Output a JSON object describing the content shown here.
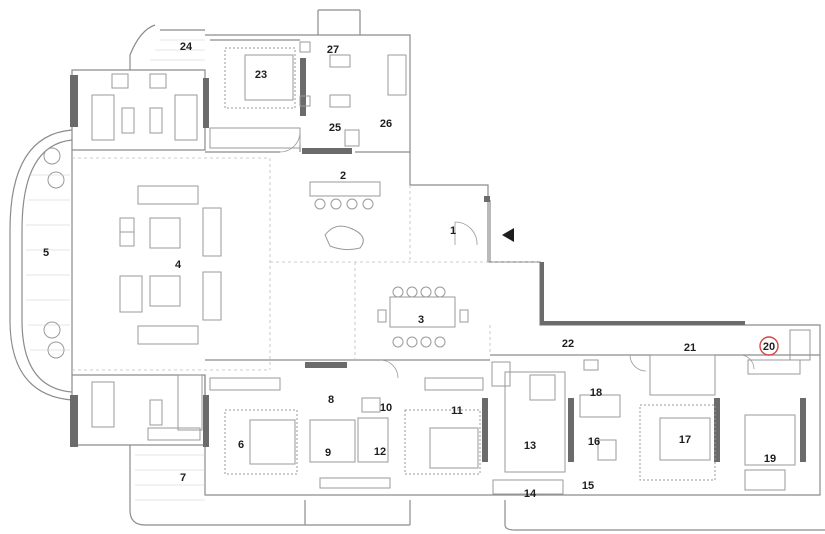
{
  "plan": {
    "colors": {
      "wall_dark": "#6b6b6b",
      "line": "#8c8c8c",
      "light_line": "#bdbdbd",
      "hidden": "#bdbdbd",
      "furniture": "#9a9a9a",
      "label": "#1e1e1e",
      "circle_mark": "#d64545",
      "background": "#ffffff"
    },
    "entrance_arrow": "filled-triangle-left",
    "circled_room": "20",
    "rooms": [
      {
        "id": "r1",
        "label": "1"
      },
      {
        "id": "r2",
        "label": "2"
      },
      {
        "id": "r3",
        "label": "3"
      },
      {
        "id": "r4",
        "label": "4"
      },
      {
        "id": "r5",
        "label": "5"
      },
      {
        "id": "r6",
        "label": "6"
      },
      {
        "id": "r7",
        "label": "7"
      },
      {
        "id": "r8",
        "label": "8"
      },
      {
        "id": "r9",
        "label": "9"
      },
      {
        "id": "r10",
        "label": "10"
      },
      {
        "id": "r11",
        "label": "11"
      },
      {
        "id": "r12",
        "label": "12"
      },
      {
        "id": "r13",
        "label": "13"
      },
      {
        "id": "r14",
        "label": "14"
      },
      {
        "id": "r15",
        "label": "15"
      },
      {
        "id": "r16",
        "label": "16"
      },
      {
        "id": "r17",
        "label": "17"
      },
      {
        "id": "r18",
        "label": "18"
      },
      {
        "id": "r19",
        "label": "19"
      },
      {
        "id": "r20",
        "label": "20"
      },
      {
        "id": "r21",
        "label": "21"
      },
      {
        "id": "r22",
        "label": "22"
      },
      {
        "id": "r23",
        "label": "23"
      },
      {
        "id": "r24",
        "label": "24"
      },
      {
        "id": "r25",
        "label": "25"
      },
      {
        "id": "r26",
        "label": "26"
      },
      {
        "id": "r27",
        "label": "27"
      }
    ]
  }
}
